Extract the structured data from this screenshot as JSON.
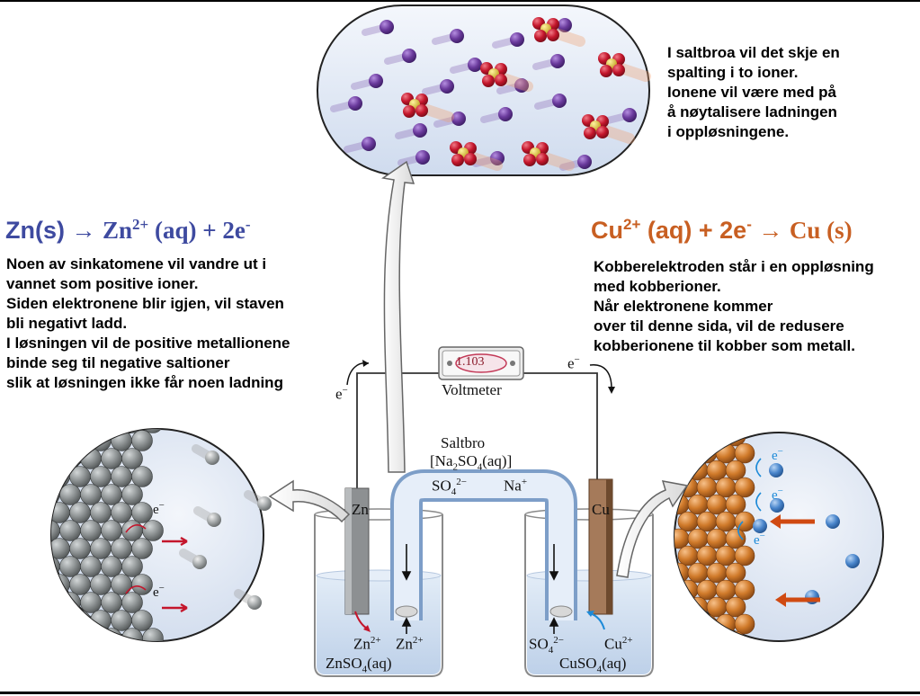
{
  "saltbridge_text": [
    "I saltbroa vil det skje en",
    "spalting i to ioner.",
    "Ionene vil være med på",
    "å nøytalisere ladningen",
    "i oppløsningene."
  ],
  "zn_equation": {
    "reactant": "Zn(s)",
    "arrow": "→",
    "product_base": "Zn",
    "product_charge": "2+",
    "product_state": "(aq) + 2e",
    "electron_charge": "-"
  },
  "cu_equation": {
    "reactant_base": "Cu",
    "reactant_charge": "2+",
    "reactant_rest": "(aq) + 2e",
    "electron_charge": "-",
    "arrow": "→",
    "product": "Cu (s)"
  },
  "zn_text": [
    "Noen av sinkatomene vil vandre ut i",
    "vannet som positive ioner.",
    "Siden elektronene blir igjen, vil staven",
    "bli negativt ladd.",
    "I løsningen vil de positive metallionene",
    "binde seg til negative saltioner",
    "slik at løsningen ikke får noen ladning"
  ],
  "cu_text": [
    "Kobberelektroden står i en oppløsning",
    "med kobberioner.",
    "Når elektronene kommer",
    "over til denne sida, vil de redusere",
    "kobberionene til kobber som metall."
  ],
  "diagram_labels": {
    "voltmeter_reading": "1.103",
    "voltmeter": "Voltmeter",
    "electron": "e",
    "electron_charge": "−",
    "saltbridge": "Saltbro",
    "saltbridge_formula_a": "[Na",
    "saltbridge_formula_b": "SO",
    "saltbridge_formula_c": "(aq)]",
    "sub_2": "2",
    "sub_4": "4",
    "so4": "SO",
    "so4_charge": "2−",
    "na": "Na",
    "na_charge": "+",
    "zn_electrode": "Zn",
    "cu_electrode": "Cu",
    "zn_ion": "Zn",
    "cu_ion": "Cu",
    "ion_charge": "2+",
    "znso4_a": "ZnSO",
    "znso4_b": "(aq)",
    "cuso4_a": "CuSO",
    "cuso4_b": "(aq)"
  },
  "colors": {
    "zn_title": "#3e4aa0",
    "cu_title": "#c85f22",
    "sulfur": "#d8c21a",
    "oxygen": "#c4162c",
    "sodium": "#6a3a9c",
    "copper": "#d07a2a",
    "zinc": "#8a8e8f"
  }
}
